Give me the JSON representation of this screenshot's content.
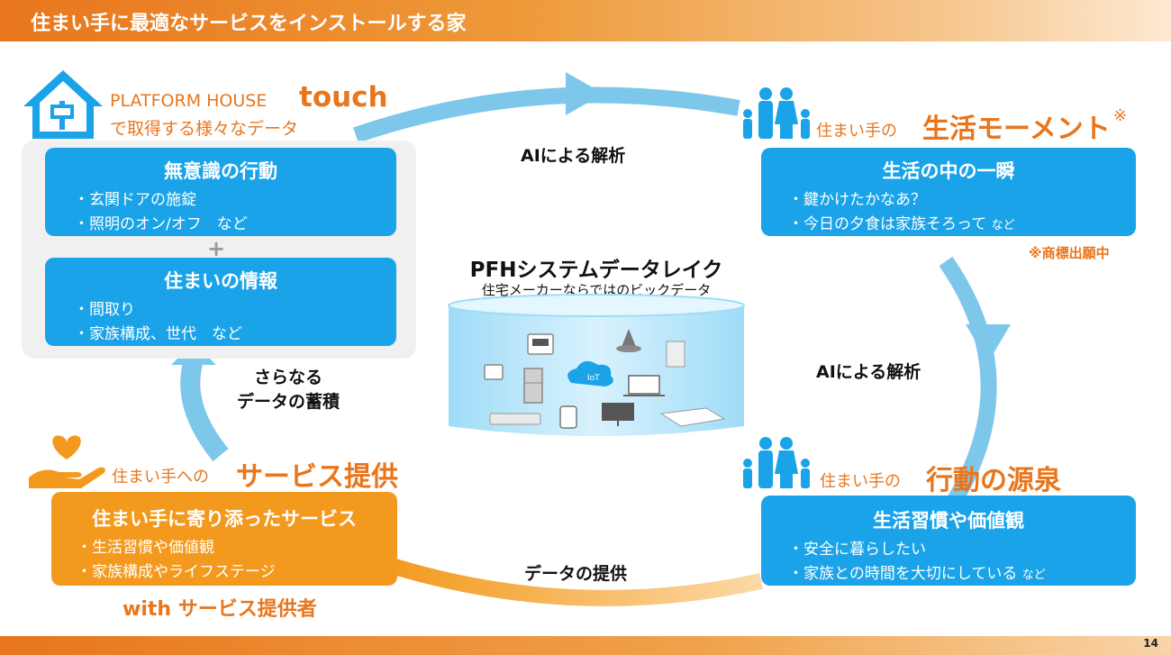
{
  "header": {
    "title": "住まい手に最適なサービスをインストールする家"
  },
  "page_number": "14",
  "top_left": {
    "brand": "PLATFORM HOUSE",
    "brand_emphasis": "touch",
    "subtitle": "で取得する様々なデータ",
    "box1": {
      "title": "無意識の行動",
      "lines": [
        "・玄関ドアの施錠",
        "・照明のオン/オフ　など"
      ]
    },
    "plus": "+",
    "box2": {
      "title": "住まいの情報",
      "lines": [
        "・間取り",
        "・家族構成、世代　など"
      ]
    }
  },
  "top_right": {
    "prefix": "住まい手の",
    "title": "生活モーメント",
    "mark": "※",
    "box": {
      "title": "生活の中の一瞬",
      "line1": "・鍵かけたかなあ？",
      "line2": "・今日の夕食は家族そろって",
      "line2_suffix": "など"
    },
    "note": "※商標出願中"
  },
  "bottom_right": {
    "prefix": "住まい手の",
    "title": "行動の源泉",
    "box": {
      "title": "生活習慣や価値観",
      "line1": "・安全に暮らしたい",
      "line2": "・家族との時間を大切にしている",
      "line2_suffix": "など"
    }
  },
  "bottom_left": {
    "prefix": "住まい手への",
    "title": "サービス提供",
    "box": {
      "title": "住まい手に寄り添ったサービス",
      "lines": [
        "・生活習慣や価値観",
        "・家族構成やライフステージ"
      ]
    },
    "footer_with": "with",
    "footer_text": "サービス提供者"
  },
  "center": {
    "title": "PFHシステムデータレイク",
    "subtitle": "住宅メーカーならではのビックデータ",
    "iot_label": "IoT"
  },
  "cycle_labels": {
    "top": "AIによる解析",
    "right": "AIによる解析",
    "bottom": "データの提供",
    "left_line1": "さらなる",
    "left_line2": "データの蓄積"
  },
  "colors": {
    "blue": "#1aa3e8",
    "orange": "#f39a1e",
    "accent": "#e8761d",
    "arrow_blue": "#7cc7ea",
    "arrow_orange": "#f7c27a"
  }
}
